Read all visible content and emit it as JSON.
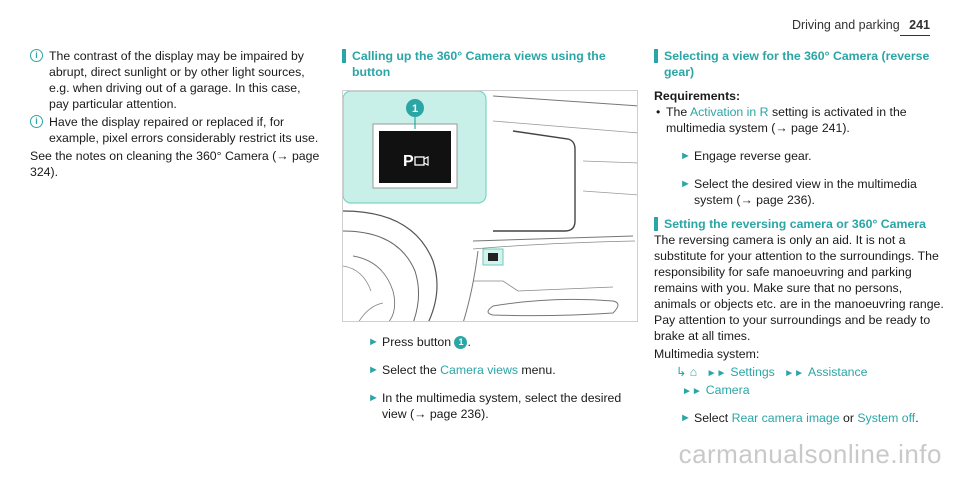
{
  "header": {
    "section": "Driving and parking",
    "page_number": "241"
  },
  "col1": {
    "note1": "The contrast of the display may be impaired by abrupt, direct sunlight or by other light sources, e.g. when driving out of a garage. In this case, pay particular attention.",
    "note2": "Have the display repaired or replaced if, for example, pixel errors considerably restrict its use.",
    "para": "See the notes on cleaning the 360° Camera (→ page 324)."
  },
  "col2": {
    "title": "Calling up the 360° Camera views using the button",
    "callout": "1",
    "step1_pre": "Press button ",
    "step1_callout": "1",
    "step1_post": ".",
    "step2_pre": "Select the ",
    "step2_link": "Camera views",
    "step2_post": " menu.",
    "step3": "In the multimedia system, select the desired view (→ page 236)."
  },
  "col3": {
    "title": "Selecting a view for the 360° Camera (reverse gear)",
    "req_title": "Requirements:",
    "req_pre": "The ",
    "req_link": "Activation in R",
    "req_post": " setting is activated in the multimedia system (→ page 241).",
    "step1": "Engage reverse gear.",
    "step2": "Select the desired view in the multimedia system (→ page 236).",
    "title2": "Setting the reversing camera or 360° Camera",
    "body": "The reversing camera is only an aid. It is not a substitute for your attention to the surroundings. The responsibility for safe manoeuvring and parking remains with you. Make sure that no persons, animals or objects etc. are in the manoeuvring range. Pay attention to your surroundings and be ready to brake at all times.",
    "multimedia_label": "Multimedia system:",
    "menu_home_icon": "home-icon",
    "menu_settings": "Settings",
    "menu_assistance": "Assistance",
    "menu_camera": "Camera",
    "step3_pre": "Select ",
    "step3_opt1": "Rear camera image",
    "step3_or": " or ",
    "step3_opt2": "System off",
    "step3_post": "."
  },
  "watermark": "carmanualsonline.info",
  "colors": {
    "accent": "#2ba6a6"
  }
}
